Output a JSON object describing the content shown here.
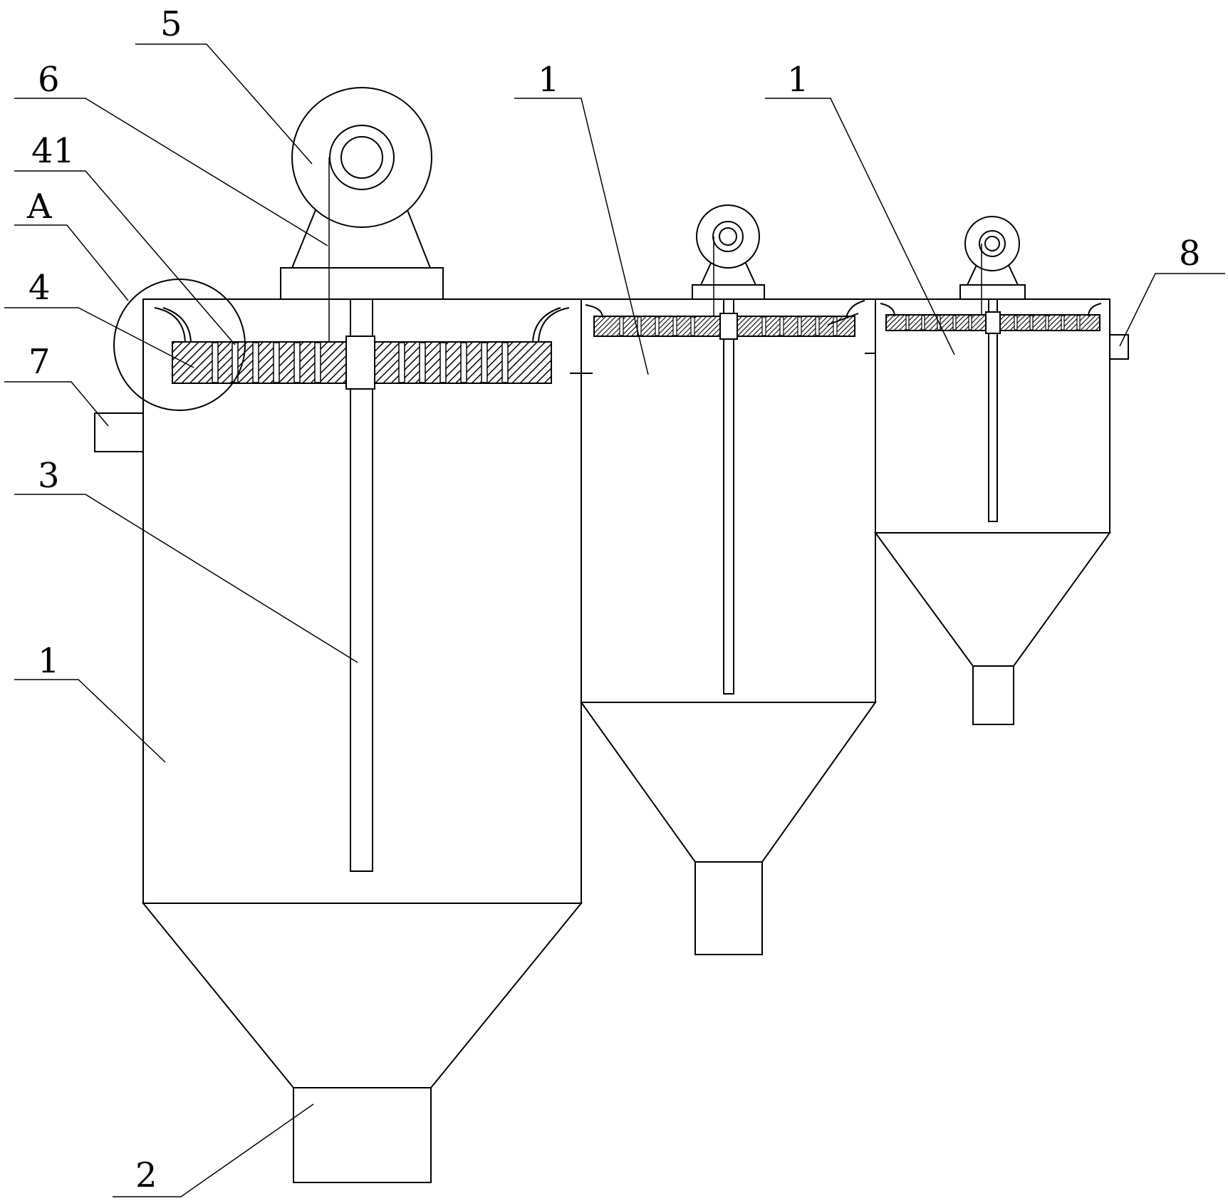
{
  "callouts": {
    "c5": "5",
    "c6": "6",
    "c41": "41",
    "cA": "A",
    "c4": "4",
    "c7": "7",
    "c3": "3",
    "c1_left": "1",
    "c1_mid": "1",
    "c1_right": "1",
    "c8": "8",
    "c2": "2"
  }
}
